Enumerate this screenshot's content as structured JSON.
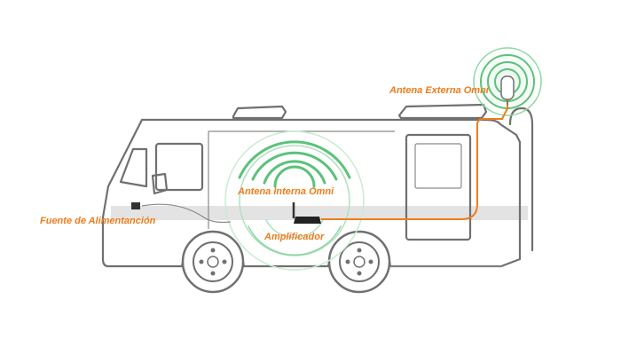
{
  "labels": {
    "external_antenna": "Antena Externa Omni",
    "internal_antenna": "Antena Interna Omni",
    "amplifier": "Amplificador",
    "power_supply": "Fuente de Alimentanción"
  },
  "colors": {
    "label_orange": "#f07c1b",
    "cable_orange": "#f07c1b",
    "signal_green": "#5cc27a",
    "rv_outline": "#707070",
    "stripe_gray": "#e3e3e3"
  }
}
